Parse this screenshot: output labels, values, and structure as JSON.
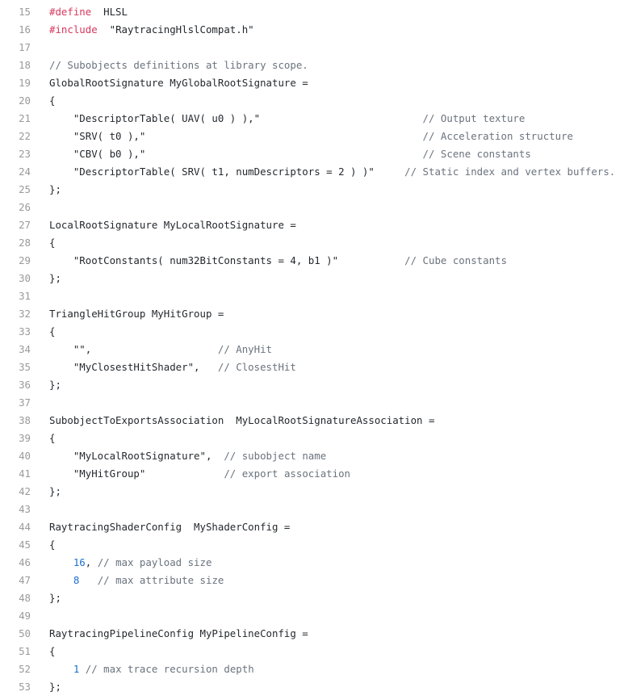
{
  "colors": {
    "keyword": "#d7385e",
    "number": "#1a6fd0",
    "comment": "#6a737d",
    "text": "#24292e",
    "line_number": "#9a9a9a"
  },
  "lines": [
    {
      "n": "15",
      "t": [
        [
          "kw",
          "#define"
        ],
        [
          "",
          "  HLSL"
        ]
      ]
    },
    {
      "n": "16",
      "t": [
        [
          "kw",
          "#include"
        ],
        [
          "",
          "  \"RaytracingHlslCompat.h\""
        ]
      ]
    },
    {
      "n": "17",
      "t": []
    },
    {
      "n": "18",
      "t": [
        [
          "cm",
          "// Subobjects definitions at library scope."
        ]
      ]
    },
    {
      "n": "19",
      "t": [
        [
          "",
          "GlobalRootSignature MyGlobalRootSignature ="
        ]
      ]
    },
    {
      "n": "20",
      "t": [
        [
          "",
          "{"
        ]
      ]
    },
    {
      "n": "21",
      "t": [
        [
          "",
          "    \"DescriptorTable( UAV( u0 ) ),\"                           "
        ],
        [
          "cm",
          "// Output texture"
        ]
      ]
    },
    {
      "n": "22",
      "t": [
        [
          "",
          "    \"SRV( t0 ),\"                                              "
        ],
        [
          "cm",
          "// Acceleration structure"
        ]
      ]
    },
    {
      "n": "23",
      "t": [
        [
          "",
          "    \"CBV( b0 ),\"                                              "
        ],
        [
          "cm",
          "// Scene constants"
        ]
      ]
    },
    {
      "n": "24",
      "t": [
        [
          "",
          "    \"DescriptorTable( SRV( t1, numDescriptors = 2 ) )\"     "
        ],
        [
          "cm",
          "// Static index and vertex buffers."
        ]
      ]
    },
    {
      "n": "25",
      "t": [
        [
          "",
          "};"
        ]
      ]
    },
    {
      "n": "26",
      "t": []
    },
    {
      "n": "27",
      "t": [
        [
          "",
          "LocalRootSignature MyLocalRootSignature ="
        ]
      ]
    },
    {
      "n": "28",
      "t": [
        [
          "",
          "{"
        ]
      ]
    },
    {
      "n": "29",
      "t": [
        [
          "",
          "    \"RootConstants( num32BitConstants = 4, b1 )\"           "
        ],
        [
          "cm",
          "// Cube constants"
        ]
      ]
    },
    {
      "n": "30",
      "t": [
        [
          "",
          "};"
        ]
      ]
    },
    {
      "n": "31",
      "t": []
    },
    {
      "n": "32",
      "t": [
        [
          "",
          "TriangleHitGroup MyHitGroup ="
        ]
      ]
    },
    {
      "n": "33",
      "t": [
        [
          "",
          "{"
        ]
      ]
    },
    {
      "n": "34",
      "t": [
        [
          "",
          "    \"\",                     "
        ],
        [
          "cm",
          "// AnyHit"
        ]
      ]
    },
    {
      "n": "35",
      "t": [
        [
          "",
          "    \"MyClosestHitShader\",   "
        ],
        [
          "cm",
          "// ClosestHit"
        ]
      ]
    },
    {
      "n": "36",
      "t": [
        [
          "",
          "};"
        ]
      ]
    },
    {
      "n": "37",
      "t": []
    },
    {
      "n": "38",
      "t": [
        [
          "",
          "SubobjectToExportsAssociation  MyLocalRootSignatureAssociation ="
        ]
      ]
    },
    {
      "n": "39",
      "t": [
        [
          "",
          "{"
        ]
      ]
    },
    {
      "n": "40",
      "t": [
        [
          "",
          "    \"MyLocalRootSignature\",  "
        ],
        [
          "cm",
          "// subobject name"
        ]
      ]
    },
    {
      "n": "41",
      "t": [
        [
          "",
          "    \"MyHitGroup\"             "
        ],
        [
          "cm",
          "// export association"
        ]
      ]
    },
    {
      "n": "42",
      "t": [
        [
          "",
          "};"
        ]
      ]
    },
    {
      "n": "43",
      "t": []
    },
    {
      "n": "44",
      "t": [
        [
          "",
          "RaytracingShaderConfig  MyShaderConfig ="
        ]
      ]
    },
    {
      "n": "45",
      "t": [
        [
          "",
          "{"
        ]
      ]
    },
    {
      "n": "46",
      "t": [
        [
          "",
          "    "
        ],
        [
          "num",
          "16"
        ],
        [
          "",
          ", "
        ],
        [
          "cm",
          "// max payload size"
        ]
      ]
    },
    {
      "n": "47",
      "t": [
        [
          "",
          "    "
        ],
        [
          "num",
          "8"
        ],
        [
          "",
          "   "
        ],
        [
          "cm",
          "// max attribute size"
        ]
      ]
    },
    {
      "n": "48",
      "t": [
        [
          "",
          "};"
        ]
      ]
    },
    {
      "n": "49",
      "t": []
    },
    {
      "n": "50",
      "t": [
        [
          "",
          "RaytracingPipelineConfig MyPipelineConfig ="
        ]
      ]
    },
    {
      "n": "51",
      "t": [
        [
          "",
          "{"
        ]
      ]
    },
    {
      "n": "52",
      "t": [
        [
          "",
          "    "
        ],
        [
          "num",
          "1"
        ],
        [
          "",
          " "
        ],
        [
          "cm",
          "// max trace recursion depth"
        ]
      ]
    },
    {
      "n": "53",
      "t": [
        [
          "",
          "};"
        ]
      ]
    }
  ]
}
